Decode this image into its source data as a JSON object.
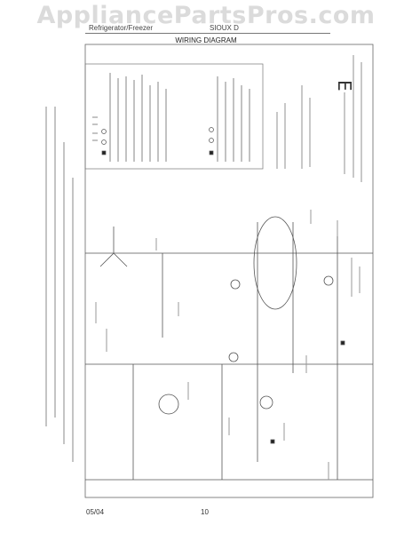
{
  "watermark": "AppliancePartsPros.com",
  "header": {
    "model": "Refrigerator/Freezer",
    "code": "SIOUX D",
    "title": "WIRING DIAGRAM"
  },
  "footer": {
    "date": "05/04",
    "page": "10"
  },
  "colors": {
    "line": "#555555",
    "text": "#333333",
    "watermark": "#bebebe"
  }
}
